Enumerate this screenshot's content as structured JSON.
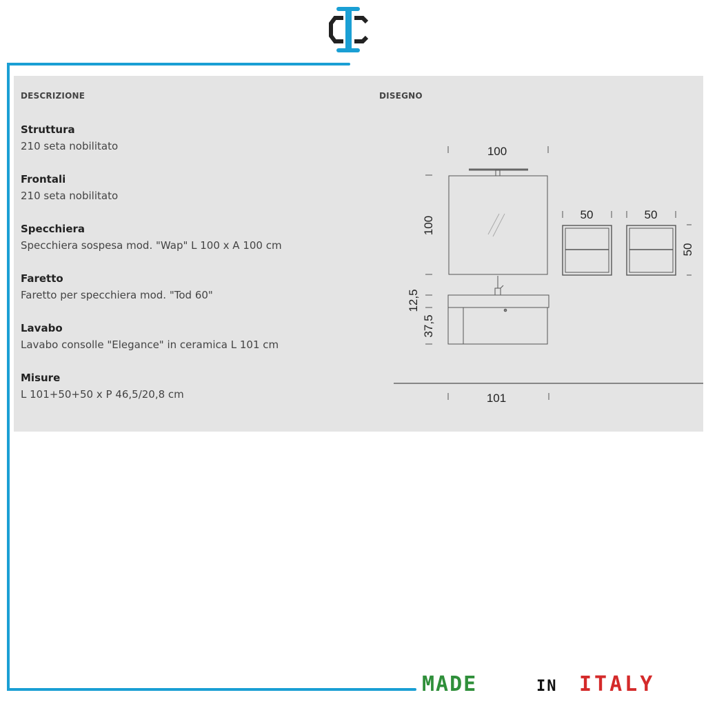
{
  "header": {
    "logo_name": "brand-logo",
    "accent_color": "#1a9fd4"
  },
  "sections": {
    "description_heading": "DESCRIZIONE",
    "drawing_heading": "DISEGNO"
  },
  "specs": [
    {
      "title": "Struttura",
      "value": "210 seta nobilitato"
    },
    {
      "title": "Frontali",
      "value": "210 seta nobilitato"
    },
    {
      "title": "Specchiera",
      "value": "Specchiera sospesa mod. \"Wap\" L 100 x A 100 cm"
    },
    {
      "title": "Faretto",
      "value": "Faretto per specchiera mod. \"Tod 60\""
    },
    {
      "title": "Lavabo",
      "value": "Lavabo consolle \"Elegance\" in ceramica L 101 cm"
    },
    {
      "title": "Misure",
      "value": "L 101+50+50 x P 46,5/20,8 cm"
    }
  ],
  "drawing": {
    "mirror_width": "100",
    "mirror_height": "100",
    "cabinet1_width": "50",
    "cabinet2_width": "50",
    "cabinet_height": "50",
    "top_height": "12,5",
    "base_height": "37,5",
    "total_width": "101"
  },
  "footer": {
    "made": "MADE",
    "in": "IN",
    "italy": "ITALY",
    "colors": {
      "green": "#2f8f3a",
      "black": "#111111",
      "red": "#d42a2a"
    }
  }
}
